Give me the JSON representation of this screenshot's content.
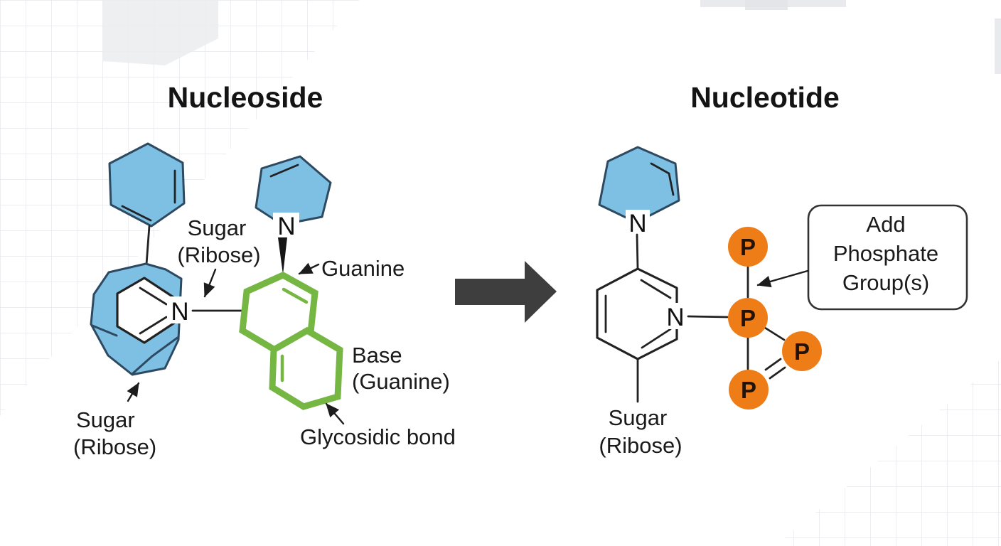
{
  "figure": {
    "left_title": "Nucleoside",
    "right_title": "Nucleotide"
  },
  "symbols": {
    "nitrogen": "N",
    "phosphorus": "P"
  },
  "left_labels": {
    "sugar_top_line1": "Sugar",
    "sugar_top_line2": "(Ribose)",
    "guanine": "Guanine",
    "base_line1": "Base",
    "base_line2": "(Guanine)",
    "glycosidic": "Glycosidic bond",
    "sugar_bottom_line1": "Sugar",
    "sugar_bottom_line2": "(Ribose)"
  },
  "right_labels": {
    "sugar_line1": "Sugar",
    "sugar_line2": "(Ribose)",
    "callout_line1": "Add",
    "callout_line2": "Phosphate",
    "callout_line3": "Group(s)"
  },
  "colors": {
    "sugar_blue": "#7ec0e4",
    "sugar_outline": "#2e4a61",
    "base_green": "#76b643",
    "phosphate_orange": "#ee7d18",
    "bond_dark": "#222222",
    "transform_arrow_gray": "#3e3e3e",
    "text_color": "#141414"
  }
}
